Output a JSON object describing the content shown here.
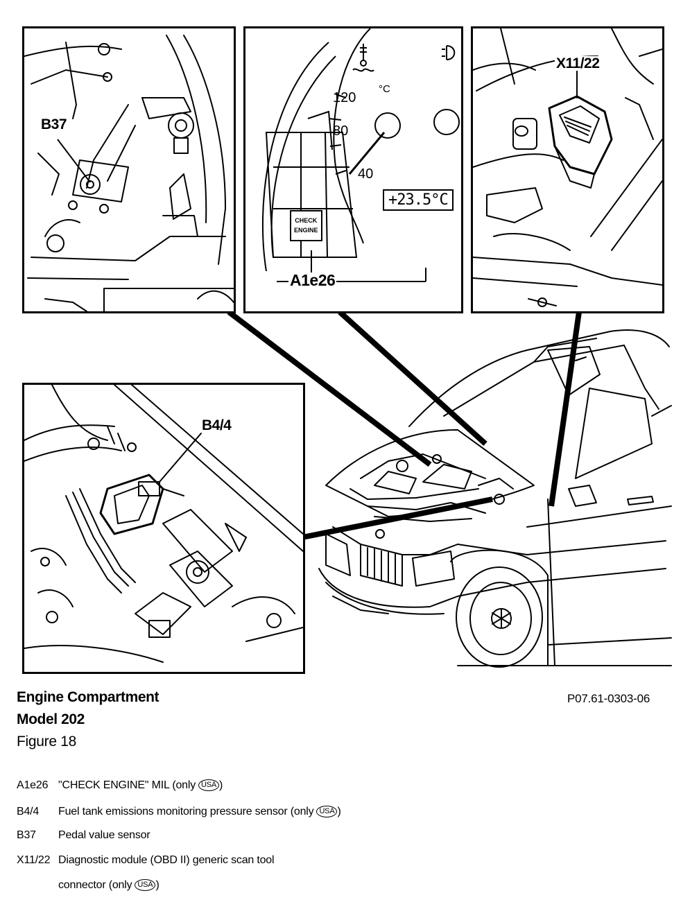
{
  "callouts": {
    "b37": "B37",
    "a1e26": "A1e26",
    "x11_22": "X11/22",
    "b4_4": "B4/4"
  },
  "gauge": {
    "tick_120": "120",
    "tick_80": "80",
    "tick_40": "40",
    "unit": "°C",
    "digital_readout": "+23.5°C",
    "check_engine_line1": "CHECK",
    "check_engine_line2": "ENGINE"
  },
  "caption": {
    "title": "Engine Compartment",
    "model": "Model 202",
    "figure": "Figure 18",
    "ref_code": "P07.61-0303-06"
  },
  "legend": {
    "badge": "USA",
    "items": [
      {
        "code": "A1e26",
        "desc": "\"CHECK ENGINE\" MIL (only",
        "suffix": ")"
      },
      {
        "code": "B4/4",
        "desc": "Fuel tank emissions monitoring pressure sensor (only",
        "suffix": ")"
      },
      {
        "code": "B37",
        "desc": "Pedal value sensor",
        "suffix": ""
      },
      {
        "code": "X11/22",
        "desc": "Diagnostic module (OBD II) generic scan tool",
        "suffix": ""
      }
    ],
    "continuation": "connector (only",
    "continuation_suffix": ")"
  }
}
